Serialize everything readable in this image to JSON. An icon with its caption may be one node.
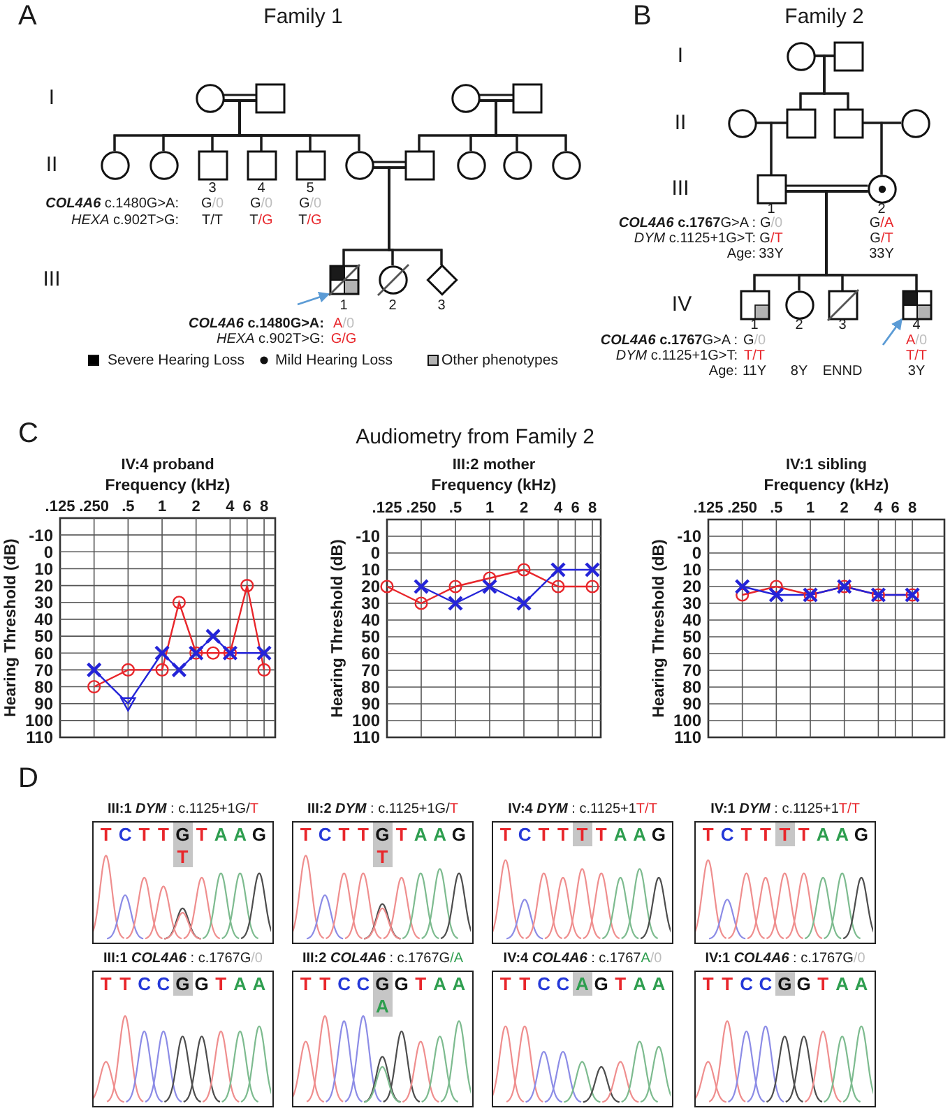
{
  "diagram": {
    "nodes": [
      {
        "text": [],
        "shape": "circle"
      },
      {
        "text": [],
        "shape": "box"
      },
      {
        "text": [],
        "shape": "circle"
      },
      {
        "text": [],
        "shape": "box"
      },
      {
        "text": [],
        "shape": "circle"
      },
      {
        "text": [],
        "shape": "circle"
      },
      {
        "text": [],
        "shape": "box",
        "beside": [
          "3",
          "G/0",
          "T/T"
        ]
      },
      {
        "text": [],
        "shape": "box",
        "beside": [
          "4",
          "G/0",
          "T/G"
        ]
      },
      {
        "text": [],
        "shape": "box",
        "beside": [
          "5",
          "G/0",
          "T/G"
        ]
      },
      {
        "text": [],
        "shape": "circle"
      },
      {
        "text": [],
        "shape": "box"
      },
      {
        "text": [],
        "shape": "circle"
      },
      {
        "text": [],
        "shape": "circle"
      },
      {
        "text": [],
        "shape": "circle"
      },
      {
        "text": [],
        "shape": "box",
        "beside": [
          "1",
          "A/0",
          "G/G"
        ]
      },
      {
        "text": [],
        "shape": "circle",
        "beside": [
          "2"
        ]
      },
      {
        "text": [],
        "shape": "diamond",
        "beside": [
          "3"
        ]
      },
      {
        "text": [],
        "shape": "circle"
      },
      {
        "text": [],
        "shape": "box"
      },
      {
        "text": [],
        "shape": "circle"
      },
      {
        "text": [],
        "shape": "box"
      },
      {
        "text": [],
        "shape": "box"
      },
      {
        "text": [],
        "shape": "circle"
      },
      {
        "text": [],
        "shape": "box",
        "beside": [
          "1",
          "G/0",
          "G/T",
          "33Y"
        ]
      },
      {
        "text": [],
        "shape": "circle",
        "beside": [
          "2",
          "G/A",
          "G/T",
          "33Y"
        ]
      },
      {
        "text": [],
        "shape": "box",
        "beside": [
          "1",
          "G/0",
          "T/T",
          "11Y"
        ]
      },
      {
        "text": [],
        "shape": "circle",
        "beside": [
          "2",
          "8Y"
        ]
      },
      {
        "text": [],
        "shape": "box",
        "beside": [
          "3",
          "ENND"
        ]
      },
      {
        "text": [],
        "shape": "box",
        "beside": [
          "4",
          "A/0",
          "T/T",
          "3Y"
        ]
      },
      {
        "text": [
          "**III:1** *DYM* : c.1125+1G/T",
          "T C T T G T A A G",
          "T"
        ]
      },
      {
        "text": [
          "**III:2** *DYM* : c.1125+1G/T",
          "T C T T G T A A G",
          "T"
        ]
      },
      {
        "text": [
          "**IV:4** *DYM* : c.1125+1T/T",
          "T C T T T T A A G"
        ]
      },
      {
        "text": [
          "**IV:1** *DYM* : c.1125+1T/T",
          "T C T T T T A A G"
        ]
      },
      {
        "text": [
          "**III:1** *COL4A6* : c.1767G/0",
          "T T C C G G T A A"
        ]
      },
      {
        "text": [
          "**III:2** *COL4A6* : c.1767G/A",
          "T T C C G G T A A",
          "A"
        ]
      },
      {
        "text": [
          "**IV:4** *COL4A6* : c.1767A/0",
          "T T C C A G T A A"
        ]
      },
      {
        "text": [
          "**IV:1** *COL4A6* : c.1767G/0",
          "T T C C G G T A A"
        ]
      }
    ],
    "edges": [
      {
        "from": 0,
        "to": 1,
        "arrow": "none"
      },
      {
        "from": 0,
        "to": 1,
        "arrow": "none"
      },
      {
        "from": 0,
        "to": 4,
        "arrow": "none"
      },
      {
        "from": 0,
        "to": 5,
        "arrow": "none"
      },
      {
        "from": 0,
        "to": 6,
        "arrow": "none"
      },
      {
        "from": 0,
        "to": 7,
        "arrow": "none"
      },
      {
        "from": 0,
        "to": 8,
        "arrow": "none"
      },
      {
        "from": 0,
        "to": 9,
        "arrow": "none"
      },
      {
        "from": 1,
        "to": 4,
        "arrow": "none"
      },
      {
        "from": 1,
        "to": 5,
        "arrow": "none"
      },
      {
        "from": 1,
        "to": 6,
        "arrow": "none"
      },
      {
        "from": 1,
        "to": 7,
        "arrow": "none"
      },
      {
        "from": 1,
        "to": 8,
        "arrow": "none"
      },
      {
        "from": 1,
        "to": 9,
        "arrow": "none"
      },
      {
        "from": 2,
        "to": 3,
        "arrow": "none"
      },
      {
        "from": 2,
        "to": 3,
        "arrow": "none"
      },
      {
        "from": 2,
        "to": 10,
        "arrow": "none"
      },
      {
        "from": 2,
        "to": 11,
        "arrow": "none"
      },
      {
        "from": 2,
        "to": 12,
        "arrow": "none"
      },
      {
        "from": 2,
        "to": 13,
        "arrow": "none"
      },
      {
        "from": 3,
        "to": 10,
        "arrow": "none"
      },
      {
        "from": 3,
        "to": 11,
        "arrow": "none"
      },
      {
        "from": 3,
        "to": 12,
        "arrow": "none"
      },
      {
        "from": 3,
        "to": 13,
        "arrow": "none"
      },
      {
        "from": 9,
        "to": 10,
        "arrow": "none"
      },
      {
        "from": 9,
        "to": 10,
        "arrow": "none"
      },
      {
        "from": 9,
        "to": 14,
        "arrow": "none"
      },
      {
        "from": 9,
        "to": 15,
        "arrow": "none"
      },
      {
        "from": 9,
        "to": 16,
        "arrow": "none"
      },
      {
        "from": 10,
        "to": 14,
        "arrow": "none"
      },
      {
        "from": 10,
        "to": 15,
        "arrow": "none"
      },
      {
        "from": 10,
        "to": 16,
        "arrow": "none"
      },
      {
        "from": null,
        "to": 14,
        "arrow": "to",
        "color": "#5b9bd5"
      },
      {
        "from": 17,
        "to": 18,
        "arrow": "none"
      },
      {
        "from": 17,
        "to": 20,
        "arrow": "none"
      },
      {
        "from": 17,
        "to": 21,
        "arrow": "none"
      },
      {
        "from": 18,
        "to": 20,
        "arrow": "none"
      },
      {
        "from": 18,
        "to": 21,
        "arrow": "none"
      },
      {
        "from": 19,
        "to": 20,
        "arrow": "none"
      },
      {
        "from": 19,
        "to": 23,
        "arrow": "none"
      },
      {
        "from": 20,
        "to": 23,
        "arrow": "none"
      },
      {
        "from": 21,
        "to": 22,
        "arrow": "none"
      },
      {
        "from": 21,
        "to": 24,
        "arrow": "none"
      },
      {
        "from": 22,
        "to": 24,
        "arrow": "none"
      },
      {
        "from": 23,
        "to": 24,
        "arrow": "none"
      },
      {
        "from": 23,
        "to": 24,
        "arrow": "none"
      },
      {
        "from": 23,
        "to": 25,
        "arrow": "none"
      },
      {
        "from": 23,
        "to": 26,
        "arrow": "none"
      },
      {
        "from": 23,
        "to": 27,
        "arrow": "none"
      },
      {
        "from": 23,
        "to": 28,
        "arrow": "none"
      },
      {
        "from": 24,
        "to": 25,
        "arrow": "none"
      },
      {
        "from": 24,
        "to": 26,
        "arrow": "none"
      },
      {
        "from": 24,
        "to": 27,
        "arrow": "none"
      },
      {
        "from": 24,
        "to": 28,
        "arrow": "none"
      },
      {
        "from": null,
        "to": 28,
        "arrow": "to",
        "color": "#5b9bd5"
      }
    ],
    "labels": [
      "A",
      "Family 1",
      "B",
      "Family 2",
      "I",
      "I",
      "II",
      "II",
      "III",
      "*COL4A6* c.1480G>A:",
      "*HEXA* c.902T>G:",
      "*COL4A6* **c.1767**G>A :",
      "*DYM* c.1125+1G>T:",
      "Age:",
      "III",
      "IV",
      "*COL4A6* c.1480G>A:",
      "*HEXA* c.902T>G:",
      "*COL4A6* **c.1767**G>A :",
      "*DYM* c.1125+1G>T:",
      "Age:",
      "C",
      "Audiometry from Family 2",
      "D"
    ],
    "legend": [
      {
        "text": "Severe Hearing Loss",
        "color": "#000000"
      },
      {
        "text": "Mild Hearing Loss"
      },
      {
        "text": "Other phenotypes",
        "color": "#b3b3b3"
      }
    ],
    "chart_data": [
      {
        "type": "line",
        "title": "IV:4 proband",
        "xlabel": "Frequency (kHz)",
        "ylabel": "Hearing Threshold (dB)",
        "categories": [
          ".125",
          null,
          ".250",
          null,
          ".5",
          null,
          "1",
          null,
          "2",
          null,
          "4",
          "6",
          "8"
        ],
        "series": [
          {
            "color": "#e8262b",
            "marker": "circle",
            "values": [
              null,
              null,
              80,
              null,
              70,
              null,
              70,
              30,
              60,
              60,
              60,
              20,
              70
            ]
          },
          {
            "color": "#2424d8",
            "marker": "x",
            "values": [
              null,
              null,
              70,
              null,
              90,
              null,
              60,
              70,
              60,
              50,
              60,
              null,
              60
            ]
          }
        ],
        "ylim": [
          110,
          -20
        ],
        "yticks": [
          -10,
          0,
          10,
          20,
          30,
          40,
          50,
          60,
          70,
          80,
          90,
          100,
          110
        ],
        "grid": true
      },
      {
        "type": "line",
        "title": "III:2 mother",
        "xlabel": "Frequency (kHz)",
        "ylabel": "Hearing Threshold (dB)",
        "categories": [
          ".125",
          null,
          ".250",
          null,
          ".5",
          null,
          "1",
          null,
          "2",
          null,
          "4",
          "6",
          "8"
        ],
        "series": [
          {
            "color": "#e8262b",
            "marker": "circle",
            "values": [
              20,
              null,
              30,
              null,
              20,
              null,
              15,
              null,
              10,
              null,
              20,
              null,
              20
            ]
          },
          {
            "color": "#2424d8",
            "marker": "x",
            "values": [
              null,
              null,
              20,
              null,
              30,
              null,
              20,
              null,
              30,
              null,
              10,
              null,
              10
            ]
          }
        ],
        "ylim": [
          110,
          -20
        ],
        "yticks": [
          -10,
          0,
          10,
          20,
          30,
          40,
          50,
          60,
          70,
          80,
          90,
          100,
          110
        ],
        "grid": true
      },
      {
        "type": "line",
        "title": "IV:1 sibling",
        "xlabel": "Frequency (kHz)",
        "ylabel": "Hearing Threshold (dB)",
        "categories": [
          ".125",
          null,
          ".250",
          null,
          ".5",
          null,
          "1",
          null,
          "2",
          null,
          "4",
          "6",
          "8"
        ],
        "series": [
          {
            "color": "#e8262b",
            "marker": "circle",
            "values": [
              null,
              null,
              25,
              null,
              20,
              null,
              25,
              null,
              20,
              null,
              25,
              null,
              25
            ]
          },
          {
            "color": "#2424d8",
            "marker": "x",
            "values": [
              null,
              null,
              20,
              null,
              25,
              null,
              25,
              null,
              20,
              null,
              25,
              null,
              25
            ]
          }
        ],
        "ylim": [
          110,
          -20
        ],
        "yticks": [
          -10,
          0,
          10,
          20,
          30,
          40,
          50,
          60,
          70,
          80,
          90,
          100,
          110
        ],
        "grid": true
      }
    ]
  }
}
